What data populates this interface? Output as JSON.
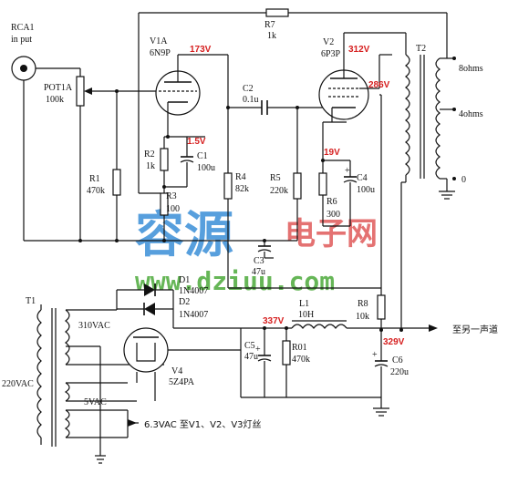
{
  "colors": {
    "wire": "#111111",
    "voltage": "#d62020",
    "watermark_blue": "#3a8fd8",
    "watermark_red": "#e05a5a",
    "watermark_green": "#4caa3a"
  },
  "input": {
    "name": "RCA1",
    "sub": "in put"
  },
  "pot": {
    "name": "POT1A",
    "value": "100k"
  },
  "v1": {
    "name": "V1A",
    "type": "6N9P",
    "voltage": "173V",
    "cathode_voltage": "1.5V"
  },
  "v2": {
    "name": "V2",
    "type": "6P3P",
    "plate_voltage": "312V",
    "screen_voltage": "286V",
    "cathode_voltage": "19V"
  },
  "r1": {
    "name": "R1",
    "value": "470k"
  },
  "r2": {
    "name": "R2",
    "value": "1k"
  },
  "r3": {
    "name": "R3",
    "value": "100"
  },
  "r4": {
    "name": "R4",
    "value": "82k"
  },
  "r5": {
    "name": "R5",
    "value": "220k"
  },
  "r6": {
    "name": "R6",
    "value": "300"
  },
  "r7": {
    "name": "R7",
    "value": "1k"
  },
  "r8": {
    "name": "R8",
    "value": "10k"
  },
  "r01": {
    "name": "R01",
    "value": "470k"
  },
  "c1": {
    "name": "C1",
    "value": "100u"
  },
  "c2": {
    "name": "C2",
    "value": "0.1u"
  },
  "c3": {
    "name": "C3",
    "value": "47u"
  },
  "c4": {
    "name": "C4",
    "value": "100u"
  },
  "c5": {
    "name": "C5",
    "value": "47u"
  },
  "c6": {
    "name": "C6",
    "value": "220u"
  },
  "t2": {
    "name": "T2",
    "tap1": "8ohms",
    "tap2": "4ohms",
    "tap3": "0"
  },
  "t1": {
    "name": "T1",
    "primary": "220VAC",
    "sec1": "310VAC",
    "sec2": "5VAC",
    "sec3": "6.3VAC 至V1、V2、V3灯丝"
  },
  "d1": {
    "name": "D1",
    "type": "1N4007"
  },
  "d2": {
    "name": "D2",
    "type": "1N4007"
  },
  "v4": {
    "name": "V4",
    "type": "5Z4PA"
  },
  "l1": {
    "name": "L1",
    "value": "10H"
  },
  "supply": {
    "b_plus": "337V",
    "b_out": "329V",
    "to_other": "至另一声道"
  },
  "watermark": {
    "line1": "容源",
    "line2": "电子网",
    "url": "www.dziuu.com"
  }
}
